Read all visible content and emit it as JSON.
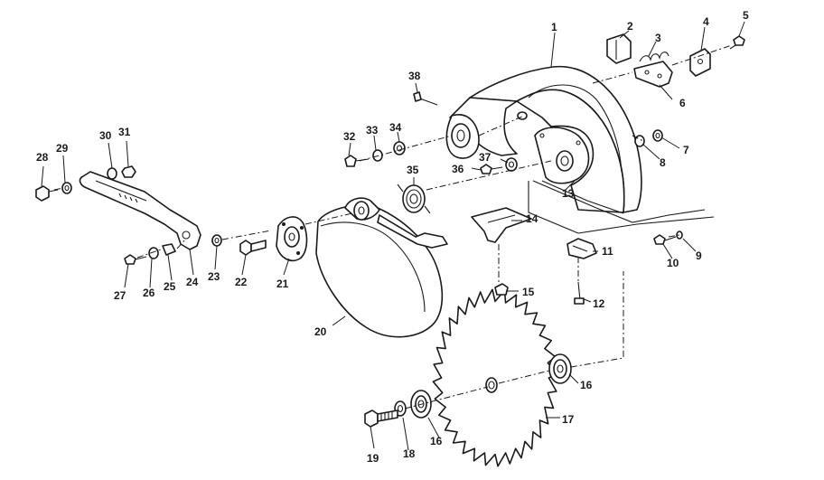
{
  "callouts": [
    {
      "id": "c1",
      "label": "1"
    },
    {
      "id": "c2",
      "label": "2"
    },
    {
      "id": "c3",
      "label": "3"
    },
    {
      "id": "c4",
      "label": "4"
    },
    {
      "id": "c5",
      "label": "5"
    },
    {
      "id": "c6",
      "label": "6"
    },
    {
      "id": "c7",
      "label": "7"
    },
    {
      "id": "c8",
      "label": "8"
    },
    {
      "id": "c9",
      "label": "9"
    },
    {
      "id": "c10",
      "label": "10"
    },
    {
      "id": "c11",
      "label": "11"
    },
    {
      "id": "c12",
      "label": "12"
    },
    {
      "id": "c13",
      "label": "13"
    },
    {
      "id": "c14",
      "label": "14"
    },
    {
      "id": "c15",
      "label": "15"
    },
    {
      "id": "c16a",
      "label": "16"
    },
    {
      "id": "c16b",
      "label": "16"
    },
    {
      "id": "c17",
      "label": "17"
    },
    {
      "id": "c18",
      "label": "18"
    },
    {
      "id": "c19",
      "label": "19"
    },
    {
      "id": "c20",
      "label": "20"
    },
    {
      "id": "c21",
      "label": "21"
    },
    {
      "id": "c22",
      "label": "22"
    },
    {
      "id": "c23",
      "label": "23"
    },
    {
      "id": "c24",
      "label": "24"
    },
    {
      "id": "c25",
      "label": "25"
    },
    {
      "id": "c26",
      "label": "26"
    },
    {
      "id": "c27",
      "label": "27"
    },
    {
      "id": "c28",
      "label": "28"
    },
    {
      "id": "c29",
      "label": "29"
    },
    {
      "id": "c30",
      "label": "30"
    },
    {
      "id": "c31",
      "label": "31"
    },
    {
      "id": "c32",
      "label": "32"
    },
    {
      "id": "c33",
      "label": "33"
    },
    {
      "id": "c34",
      "label": "34"
    },
    {
      "id": "c35",
      "label": "35"
    },
    {
      "id": "c36",
      "label": "36"
    },
    {
      "id": "c37",
      "label": "37"
    },
    {
      "id": "c38",
      "label": "38"
    }
  ]
}
